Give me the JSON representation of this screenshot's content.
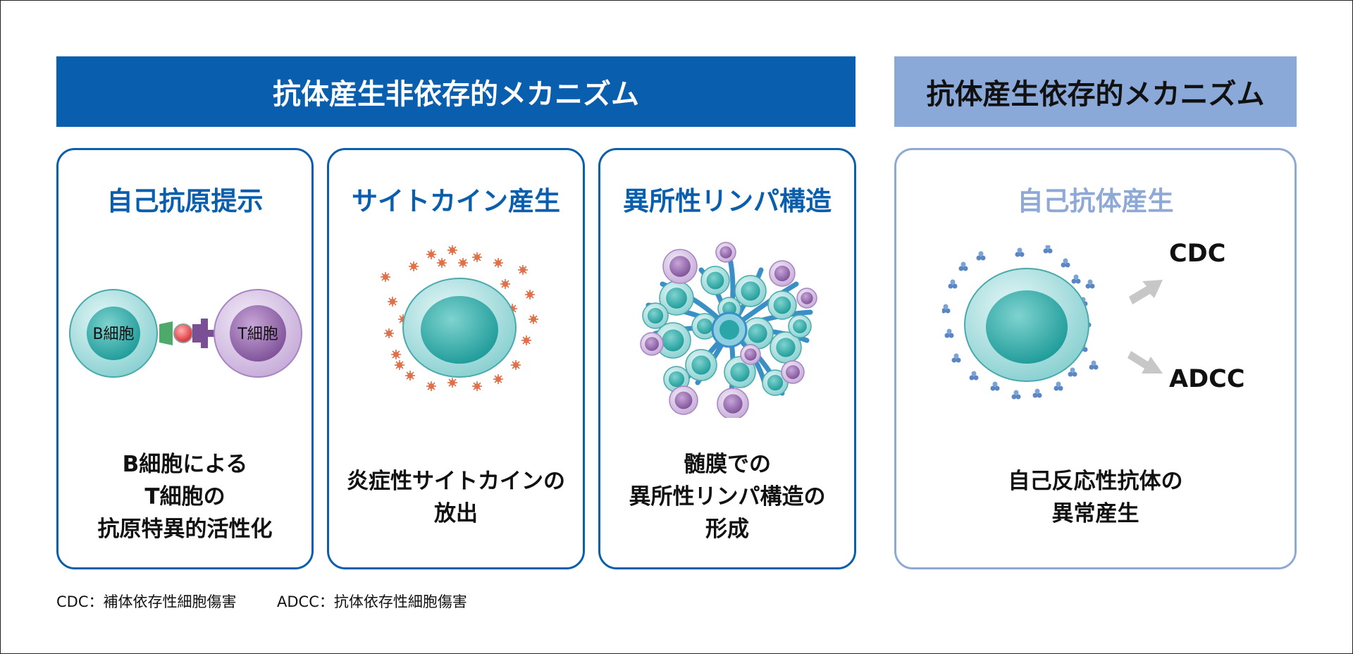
{
  "headers": {
    "independent": "抗体産生非依存的メカニズム",
    "dependent": "抗体産生依存的メカニズム"
  },
  "panels": [
    {
      "title": "自己抗原提示",
      "desc": [
        "B細胞による",
        "T細胞の",
        "抗原特異的活性化"
      ],
      "cell_labels": {
        "b_cell": "B細胞",
        "t_cell": "T細胞"
      }
    },
    {
      "title": "サイトカイン産生",
      "desc": [
        "炎症性サイトカインの",
        "放出"
      ]
    },
    {
      "title": "異所性リンパ構造",
      "desc": [
        "髄膜での",
        "異所性リンパ構造の",
        "形成"
      ]
    },
    {
      "title": "自己抗体産生",
      "desc": [
        "自己反応性抗体の",
        "異常産生"
      ],
      "outputs": [
        "CDC",
        "ADCC"
      ]
    }
  ],
  "legend": [
    "CDC：補体依存性細胞傷害",
    "ADCC：抗体依存性細胞傷害"
  ],
  "colors": {
    "dark_blue": "#0a5eae",
    "light_blue": "#8aa8d8",
    "teal_cell": "#38b3b0",
    "purple_cell": "#9a6fb0",
    "cytokine": "#e0603a",
    "antibody": "#6a8fc8"
  }
}
